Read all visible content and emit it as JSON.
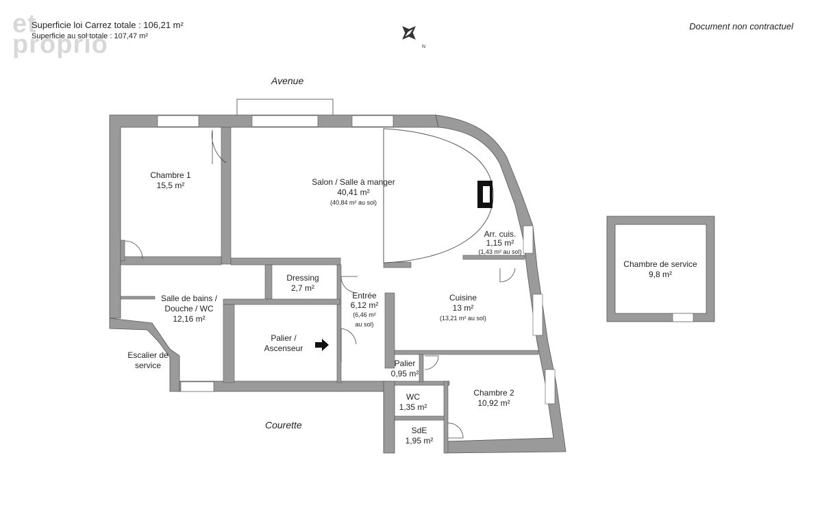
{
  "header": {
    "watermark": "et\nproprio",
    "carrez_total": "Superficie loi Carrez totale :  106,21 m²",
    "floor_total": "Superficie au sol totale :  107,47 m²",
    "disclaimer": "Document non contractuel",
    "north_label": "N"
  },
  "streets": {
    "top": "Avenue",
    "bottom": "Courette"
  },
  "rooms": {
    "chambre1": {
      "name": "Chambre 1",
      "area": "15,5 m²"
    },
    "salon": {
      "name": "Salon / Salle à manger",
      "area": "40,41 m²",
      "floor": "(40,84 m² au sol)"
    },
    "arr_cuis": {
      "name": "Arr. cuis.",
      "area": "1,15 m²",
      "floor": "(1,43 m² au sol)"
    },
    "dressing": {
      "name": "Dressing",
      "area": "2,7 m²"
    },
    "entree": {
      "name": "Entrée",
      "area": "6,12 m²",
      "floor1": "(6,46  m²",
      "floor2": "au sol)"
    },
    "sdb": {
      "name1": "Salle de bains /",
      "name2": "Douche / WC",
      "area": "12,16 m²"
    },
    "cuisine": {
      "name": "Cuisine",
      "area": "13 m²",
      "floor": "(13,21 m² au sol)"
    },
    "palier_asc": {
      "name1": "Palier /",
      "name2": "Ascenseur"
    },
    "escalier": {
      "name1": "Escalier de",
      "name2": "service"
    },
    "palier": {
      "name": "Palier",
      "area": "0,95 m²"
    },
    "wc": {
      "name": "WC",
      "area": "1,35 m²"
    },
    "sde": {
      "name": "SdE",
      "area": "1,95 m²"
    },
    "chambre2": {
      "name": "Chambre 2",
      "area": "10,92 m²"
    },
    "chambre_service": {
      "name": "Chambre de service",
      "area": "9,8 m²"
    }
  },
  "colors": {
    "wall": "#9a9a9a",
    "wall_outline": "#555555",
    "line": "#333333"
  }
}
